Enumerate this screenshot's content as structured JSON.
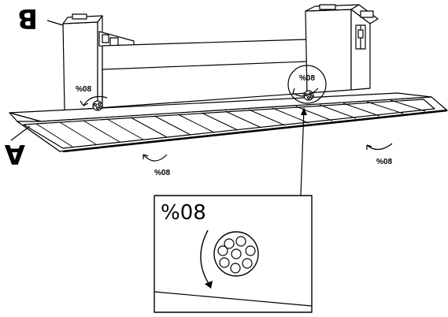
{
  "labels": {
    "corner_a": "A",
    "corner_b": "B",
    "rotation": "%08",
    "zoom_rotation": "%08"
  },
  "colors": {
    "stroke": "#000000",
    "background": "#ffffff",
    "panel_face": "#ffffff"
  }
}
